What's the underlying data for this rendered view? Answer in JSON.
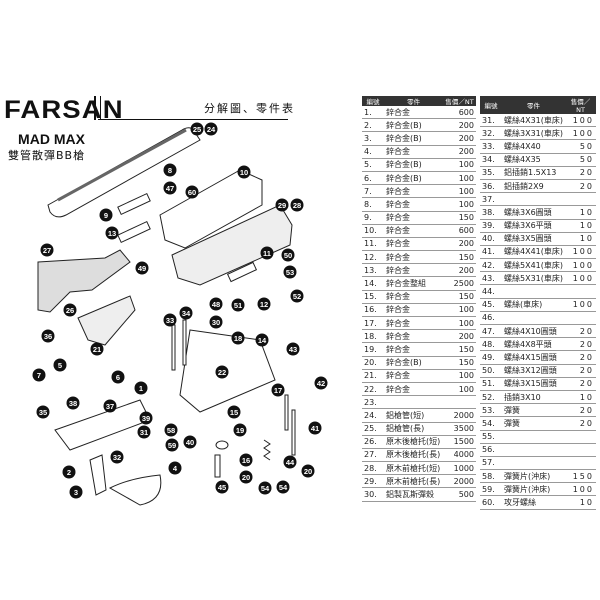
{
  "header": {
    "brand": "FARSAN",
    "subtitle": "分解圖、零件表",
    "model": "MAD MAX",
    "model_desc": "雙管散彈BB槍"
  },
  "table": {
    "headers": [
      "編號",
      "零件",
      "售價／NT"
    ],
    "left": [
      [
        "1.",
        "鋅合金",
        "600"
      ],
      [
        "2.",
        "鋅合金(B)",
        "200"
      ],
      [
        "3.",
        "鋅合金(B)",
        "200"
      ],
      [
        "4.",
        "鋅合金",
        "200"
      ],
      [
        "5.",
        "鋅合金(B)",
        "100"
      ],
      [
        "6.",
        "鋅合金(B)",
        "100"
      ],
      [
        "7.",
        "鋅合金",
        "100"
      ],
      [
        "8.",
        "鋅合金",
        "100"
      ],
      [
        "9.",
        "鋅合金",
        "150"
      ],
      [
        "10.",
        "鋅合金",
        "600"
      ],
      [
        "11.",
        "鋅合金",
        "200"
      ],
      [
        "12.",
        "鋅合金",
        "150"
      ],
      [
        "13.",
        "鋅合金",
        "200"
      ],
      [
        "14.",
        "鋅合金整組",
        "2500"
      ],
      [
        "15.",
        "鋅合金",
        "150"
      ],
      [
        "16.",
        "鋅合金",
        "100"
      ],
      [
        "17.",
        "鋅合金",
        "100"
      ],
      [
        "18.",
        "鋅合金",
        "200"
      ],
      [
        "19.",
        "鋅合金",
        "150"
      ],
      [
        "20.",
        "鋅合金(B)",
        "150"
      ],
      [
        "21.",
        "鋅合金",
        "100"
      ],
      [
        "22.",
        "鋅合金",
        "100"
      ],
      [
        "23.",
        "",
        ""
      ],
      [
        "24.",
        "鋁槍管(短)",
        "2000"
      ],
      [
        "25.",
        "鋁槍管(長)",
        "3500"
      ],
      [
        "26.",
        "原木後槍托(短)",
        "1500"
      ],
      [
        "27.",
        "原木後槍托(長)",
        "4000"
      ],
      [
        "28.",
        "原木前槍托(短)",
        "1000"
      ],
      [
        "29.",
        "原木前槍托(長)",
        "2000"
      ],
      [
        "30.",
        "鋁製瓦斯彈殼",
        "500"
      ]
    ],
    "right": [
      [
        "31.",
        "螺絲4X31(車床)",
        "100"
      ],
      [
        "32.",
        "螺絲3X31(車床)",
        "100"
      ],
      [
        "33.",
        "螺絲4X40",
        "50"
      ],
      [
        "34.",
        "螺絲4X35",
        "50"
      ],
      [
        "35.",
        "鋁插銷1.5X13",
        "20"
      ],
      [
        "36.",
        "鋁插銷2X9",
        "20"
      ],
      [
        "37.",
        "",
        ""
      ],
      [
        "38.",
        "螺絲3X6圓頭",
        "10"
      ],
      [
        "39.",
        "螺絲3X6平頭",
        "10"
      ],
      [
        "40.",
        "螺絲3X5圓頭",
        "10"
      ],
      [
        "41.",
        "螺絲4X41(車床)",
        "100"
      ],
      [
        "42.",
        "螺絲5X41(車床)",
        "100"
      ],
      [
        "43.",
        "螺絲5X31(車床)",
        "100"
      ],
      [
        "44.",
        "",
        ""
      ],
      [
        "45.",
        "螺絲(車床)",
        "100"
      ],
      [
        "46.",
        "",
        ""
      ],
      [
        "47.",
        "螺絲4X10圓頭",
        "20"
      ],
      [
        "48.",
        "螺絲4X8平頭",
        "20"
      ],
      [
        "49.",
        "螺絲4X15圓頭",
        "20"
      ],
      [
        "50.",
        "螺絲3X12圓頭",
        "20"
      ],
      [
        "51.",
        "螺絲3X15圓頭",
        "20"
      ],
      [
        "52.",
        "插銷3X10",
        "10"
      ],
      [
        "53.",
        "彈簧",
        "20"
      ],
      [
        "54.",
        "彈簧",
        "20"
      ],
      [
        "55.",
        "",
        ""
      ],
      [
        "56.",
        "",
        ""
      ],
      [
        "57.",
        "",
        ""
      ],
      [
        "58.",
        "彈簧片(沖床)",
        "150"
      ],
      [
        "59.",
        "彈簧片(沖床)",
        "100"
      ],
      [
        "60.",
        "攻牙螺絲",
        "10"
      ]
    ]
  },
  "callouts": [
    "25",
    "24",
    "8",
    "47",
    "60",
    "10",
    "9",
    "29",
    "28",
    "13",
    "49",
    "27",
    "11",
    "50",
    "53",
    "12",
    "52",
    "48",
    "51",
    "26",
    "33",
    "34",
    "30",
    "18",
    "36",
    "21",
    "14",
    "43",
    "5",
    "7",
    "6",
    "1",
    "42",
    "38",
    "35",
    "37",
    "39",
    "15",
    "17",
    "41",
    "31",
    "58",
    "19",
    "59",
    "40",
    "2",
    "32",
    "4",
    "16",
    "20",
    "44",
    "20",
    "54",
    "54",
    "3",
    "45",
    "22"
  ]
}
